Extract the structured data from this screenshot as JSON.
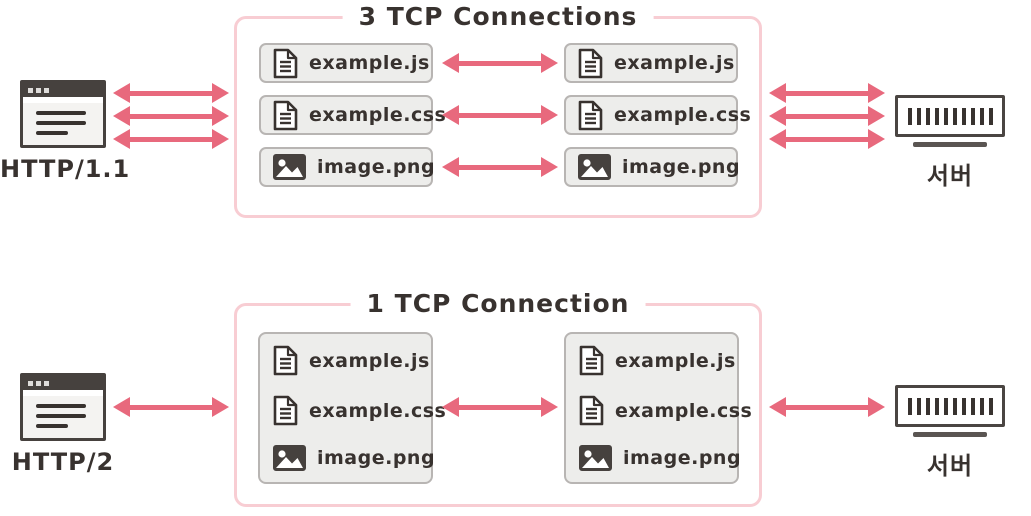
{
  "colors": {
    "arrow": "#e8697d",
    "frame_border": "#f8cdd3",
    "chip_bg": "#ededeb",
    "chip_border": "#b8b5b3",
    "ink": "#38322f"
  },
  "icons": {
    "client": "browser-window-icon",
    "server": "server-rack-icon",
    "script_file": "document-icon",
    "image_file": "image-icon"
  },
  "diagram": {
    "http1": {
      "title": "3 TCP Connections",
      "client_label": "HTTP/1.1",
      "server_label": "서버",
      "client_files": [
        {
          "name": "example.js",
          "icon": "document-icon"
        },
        {
          "name": "example.css",
          "icon": "document-icon"
        },
        {
          "name": "image.png",
          "icon": "image-icon"
        }
      ],
      "server_files": [
        {
          "name": "example.js",
          "icon": "document-icon"
        },
        {
          "name": "example.css",
          "icon": "document-icon"
        },
        {
          "name": "image.png",
          "icon": "image-icon"
        }
      ]
    },
    "http2": {
      "title": "1 TCP Connection",
      "client_label": "HTTP/2",
      "server_label": "서버",
      "client_files": [
        {
          "name": "example.js",
          "icon": "document-icon"
        },
        {
          "name": "example.css",
          "icon": "document-icon"
        },
        {
          "name": "image.png",
          "icon": "image-icon"
        }
      ],
      "server_files": [
        {
          "name": "example.js",
          "icon": "document-icon"
        },
        {
          "name": "example.css",
          "icon": "document-icon"
        },
        {
          "name": "image.png",
          "icon": "image-icon"
        }
      ]
    }
  }
}
